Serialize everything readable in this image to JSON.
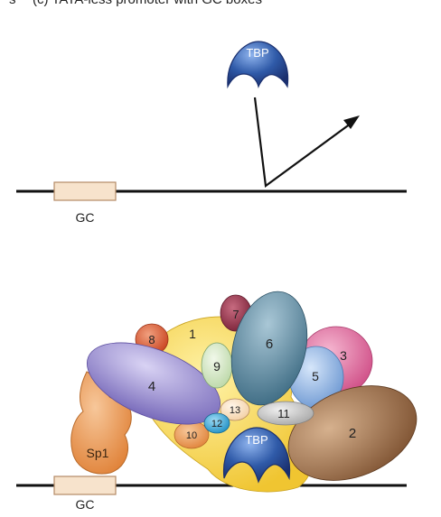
{
  "header": {
    "left_fragment": "s",
    "caption": "(c) TATA-less promoter with GC boxes"
  },
  "top_panel": {
    "tbp_label": "TBP",
    "gc_box_label": "GC"
  },
  "bottom_panel": {
    "gc_box_label": "GC",
    "sp1_label": "Sp1",
    "tbp_label": "TBP",
    "subunits": [
      "1",
      "2",
      "3",
      "4",
      "5",
      "6",
      "7",
      "8",
      "9",
      "10",
      "11",
      "12",
      "13"
    ]
  },
  "colors": {
    "tbp_blue": "#2f5aa8",
    "gc_box_fill": "#f7e3cc",
    "sp1_orange": "#e9914a",
    "subunit_1_yellow": "#f3cf45",
    "subunit_2_brown": "#9b6b45",
    "subunit_3_pink": "#d9669a",
    "subunit_4_lavender": "#8b7fc8",
    "subunit_5_lightblue": "#7ea8dc",
    "subunit_6_teal": "#4f7f97",
    "subunit_7_maroon": "#8a2f45",
    "subunit_8_red": "#d24f2e",
    "subunit_9_palegreen": "#cfe3c0",
    "subunit_10_orange": "#e0883a",
    "subunit_11_gray": "#b8b8b8",
    "subunit_12_cyan": "#2aa6d6",
    "subunit_13_peach": "#f7d9b5"
  }
}
